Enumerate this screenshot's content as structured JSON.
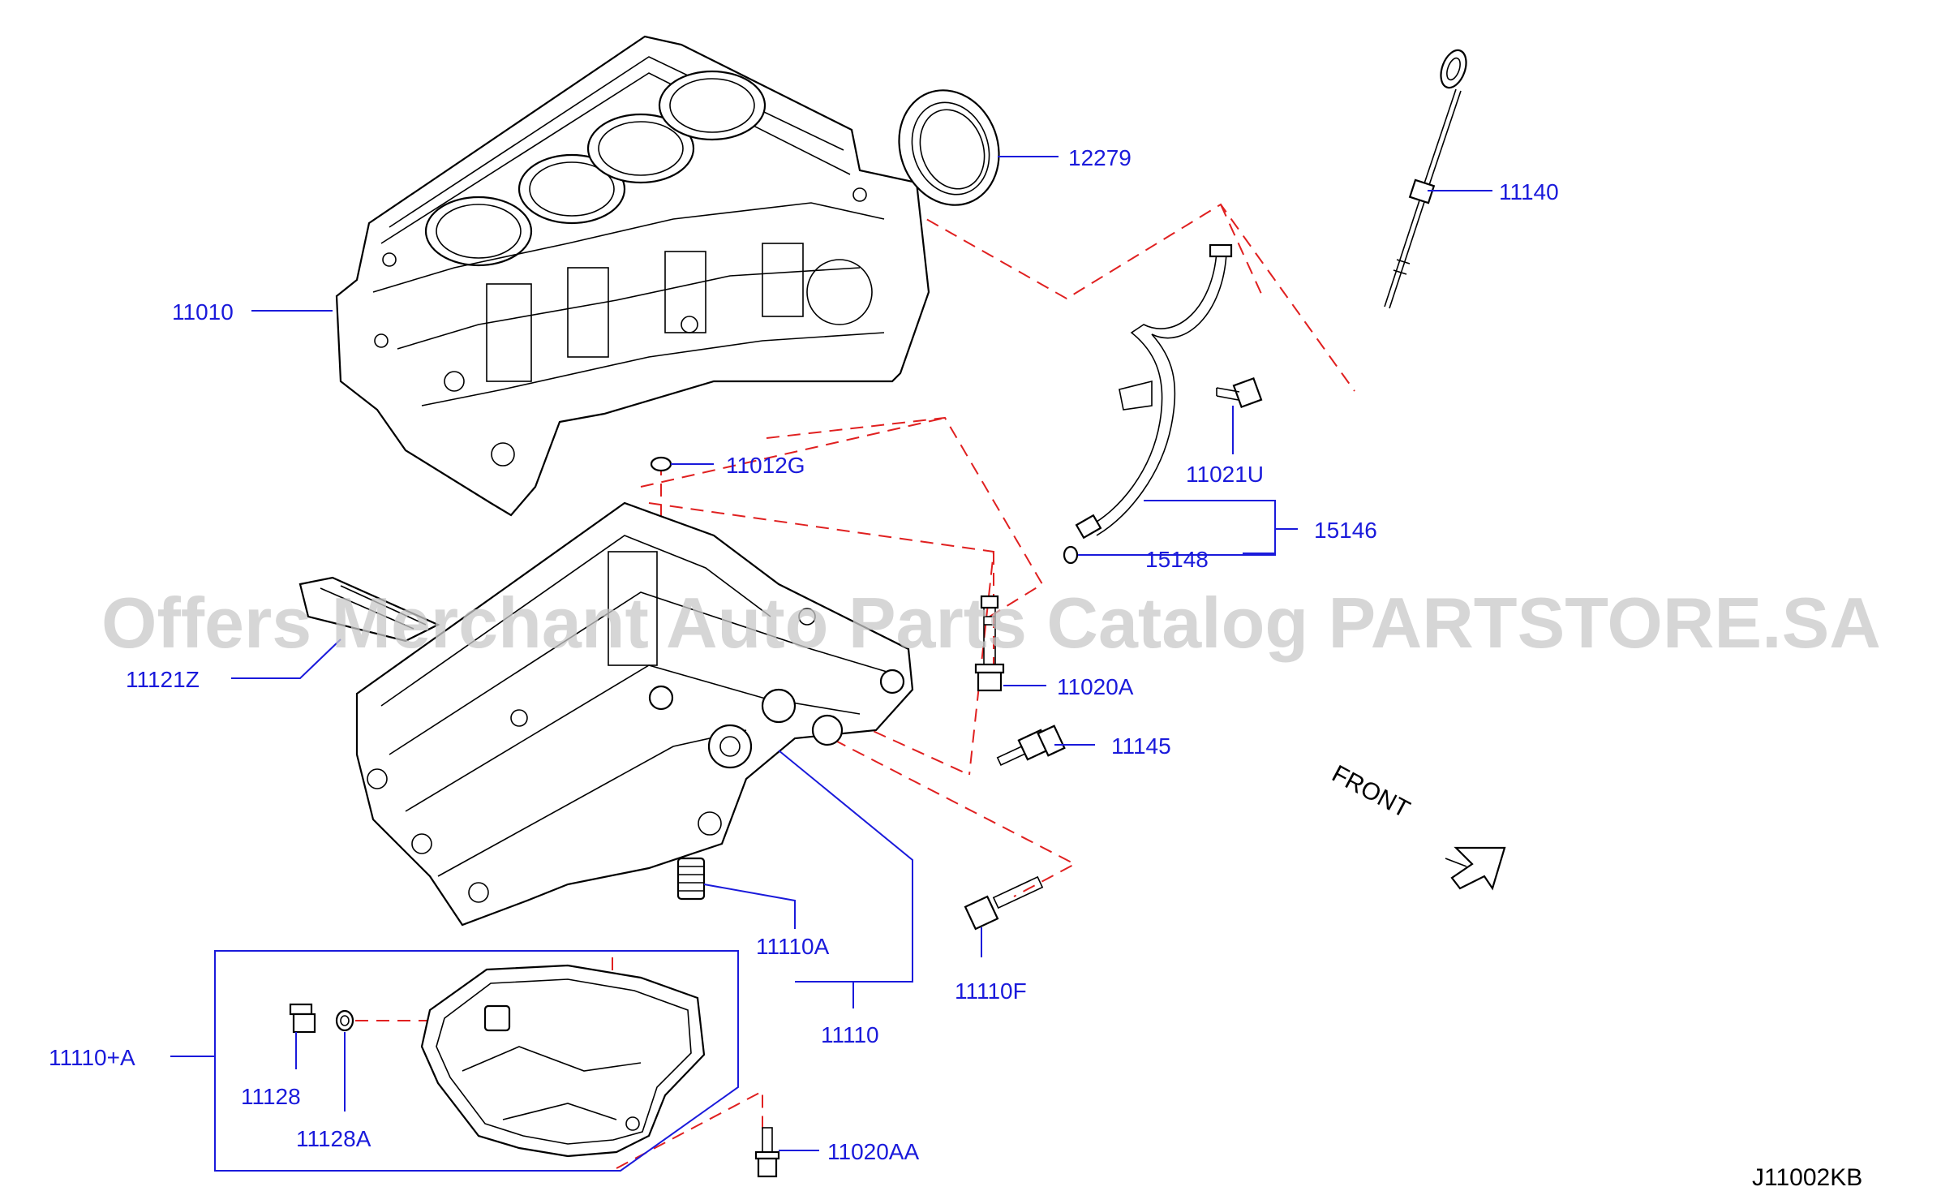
{
  "watermark": "Offers Merchant Auto Parts Catalog PARTSTORE.SA",
  "diagram_code": "J11002KB",
  "front_label": "FRONT",
  "callouts": {
    "p12279": "12279",
    "p11140": "11140",
    "p11010": "11010",
    "p11021U": "11021U",
    "p11012G": "11012G",
    "p15146": "15146",
    "p15148": "15148",
    "p11121Z": "11121Z",
    "p11020A": "11020A",
    "p11145": "11145",
    "p11110A": "11110A",
    "p11110F": "11110F",
    "p11110": "11110",
    "p11110plusA": "11110+A",
    "p11128": "11128",
    "p11128A": "11128A",
    "p11020AA": "11020AA"
  },
  "colors": {
    "callout_text": "#1a1adb",
    "leader_line": "#1a1adb",
    "dashed_guide": "#e02020",
    "part_outline": "#000000",
    "watermark": "#c8c8c8"
  }
}
